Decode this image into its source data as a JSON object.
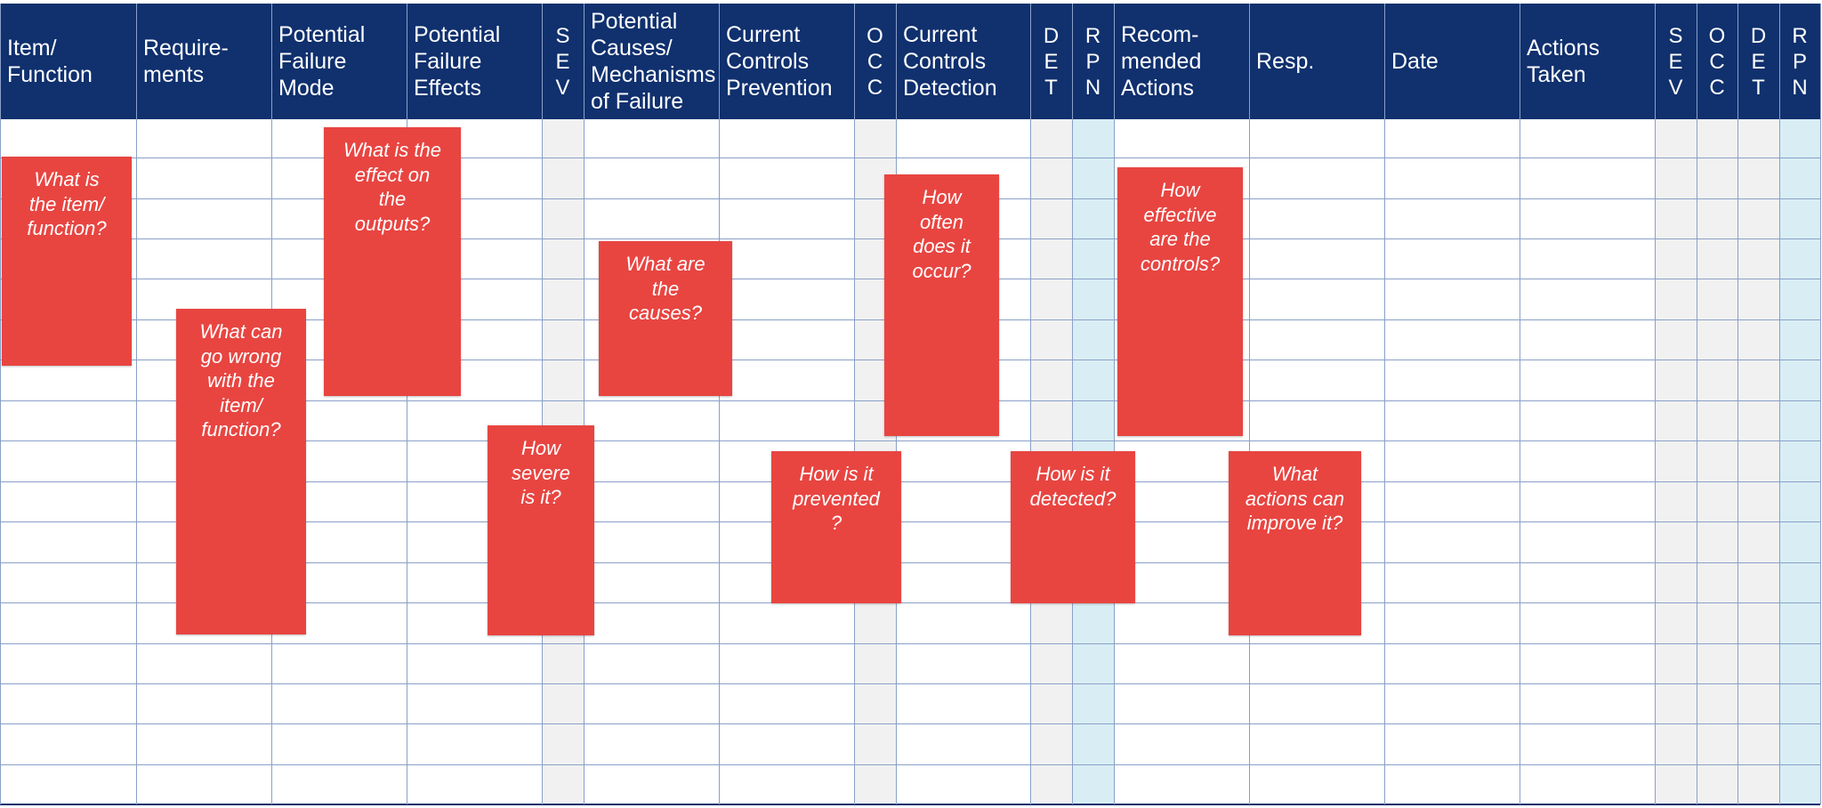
{
  "columns": [
    {
      "label": "Item/\nFunction"
    },
    {
      "label": "Require-\nments"
    },
    {
      "label": "Potential\nFailure\nMode"
    },
    {
      "label": "Potential\nFailure\nEffects"
    },
    {
      "label": "S\nE\nV"
    },
    {
      "label": "Potential\nCauses/\nMechanisms\nof Failure"
    },
    {
      "label": "Current\nControls\nPrevention"
    },
    {
      "label": "O\nC\nC"
    },
    {
      "label": "Current\nControls\nDetection"
    },
    {
      "label": "D\nE\nT"
    },
    {
      "label": "R\nP\nN"
    },
    {
      "label": "Recom-\nmended\nActions"
    },
    {
      "label": "Resp."
    },
    {
      "label": "Date"
    },
    {
      "label": "Actions\nTaken"
    },
    {
      "label": "S\nE\nV"
    },
    {
      "label": "O\nC\nC"
    },
    {
      "label": "D\nE\nT"
    },
    {
      "label": "R\nP\nN"
    }
  ],
  "notes": [
    {
      "text": "What is\nthe item/\nfunction?"
    },
    {
      "text": "What can\ngo wrong\nwith the\nitem/\nfunction?"
    },
    {
      "text": "What is the\neffect on\nthe\noutputs?"
    },
    {
      "text": "How\nsevere\nis it?"
    },
    {
      "text": "What are\nthe\ncauses?"
    },
    {
      "text": "How is it\nprevented\n?"
    },
    {
      "text": "How\noften\ndoes it\noccur?"
    },
    {
      "text": "How is it\ndetected?"
    },
    {
      "text": "How\neffective\nare the\ncontrols?"
    },
    {
      "text": "What\nactions can\nimprove it?"
    }
  ],
  "colors": {
    "header": "#10306e",
    "note": "#e84541",
    "shade_grey": "#f1f1f1",
    "shade_blue": "#d8eef4",
    "grid": "#8aa0c8"
  }
}
